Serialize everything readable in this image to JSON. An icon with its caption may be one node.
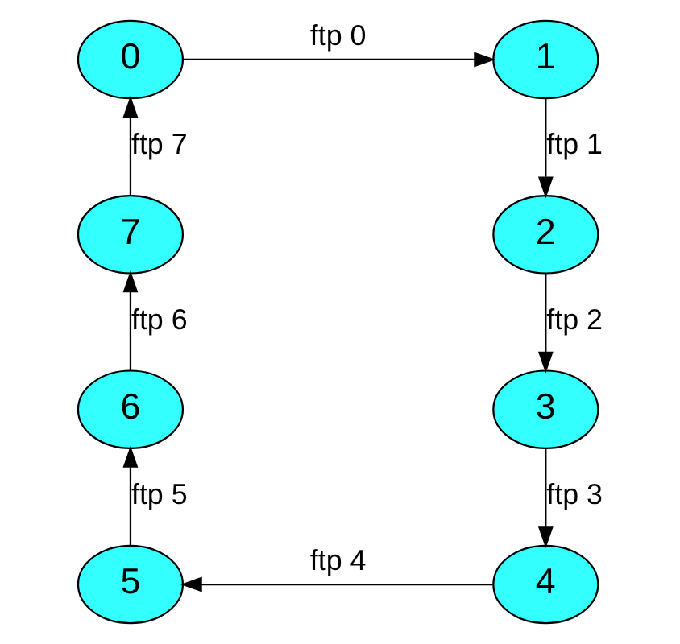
{
  "diagram": {
    "nodes": [
      {
        "text": [
          "0"
        ]
      },
      {
        "text": [
          "1"
        ]
      },
      {
        "text": [
          "2"
        ]
      },
      {
        "text": [
          "3"
        ]
      },
      {
        "text": [
          "4"
        ]
      },
      {
        "text": [
          "5"
        ]
      },
      {
        "text": [
          "6"
        ]
      },
      {
        "text": [
          "7"
        ]
      }
    ],
    "edges": [
      {
        "from": 0,
        "to": 1,
        "arrow": "to",
        "label": "ftp 0"
      },
      {
        "from": 1,
        "to": 2,
        "arrow": "to",
        "label": "ftp 1"
      },
      {
        "from": 2,
        "to": 3,
        "arrow": "to",
        "label": "ftp 2"
      },
      {
        "from": 3,
        "to": 4,
        "arrow": "to",
        "label": "ftp 3"
      },
      {
        "from": 4,
        "to": 5,
        "arrow": "to",
        "label": "ftp 4"
      },
      {
        "from": 5,
        "to": 6,
        "arrow": "to",
        "label": "ftp 5"
      },
      {
        "from": 6,
        "to": 7,
        "arrow": "to",
        "label": "ftp 6"
      },
      {
        "from": 7,
        "to": 0,
        "arrow": "to",
        "label": "ftp 7"
      }
    ]
  }
}
